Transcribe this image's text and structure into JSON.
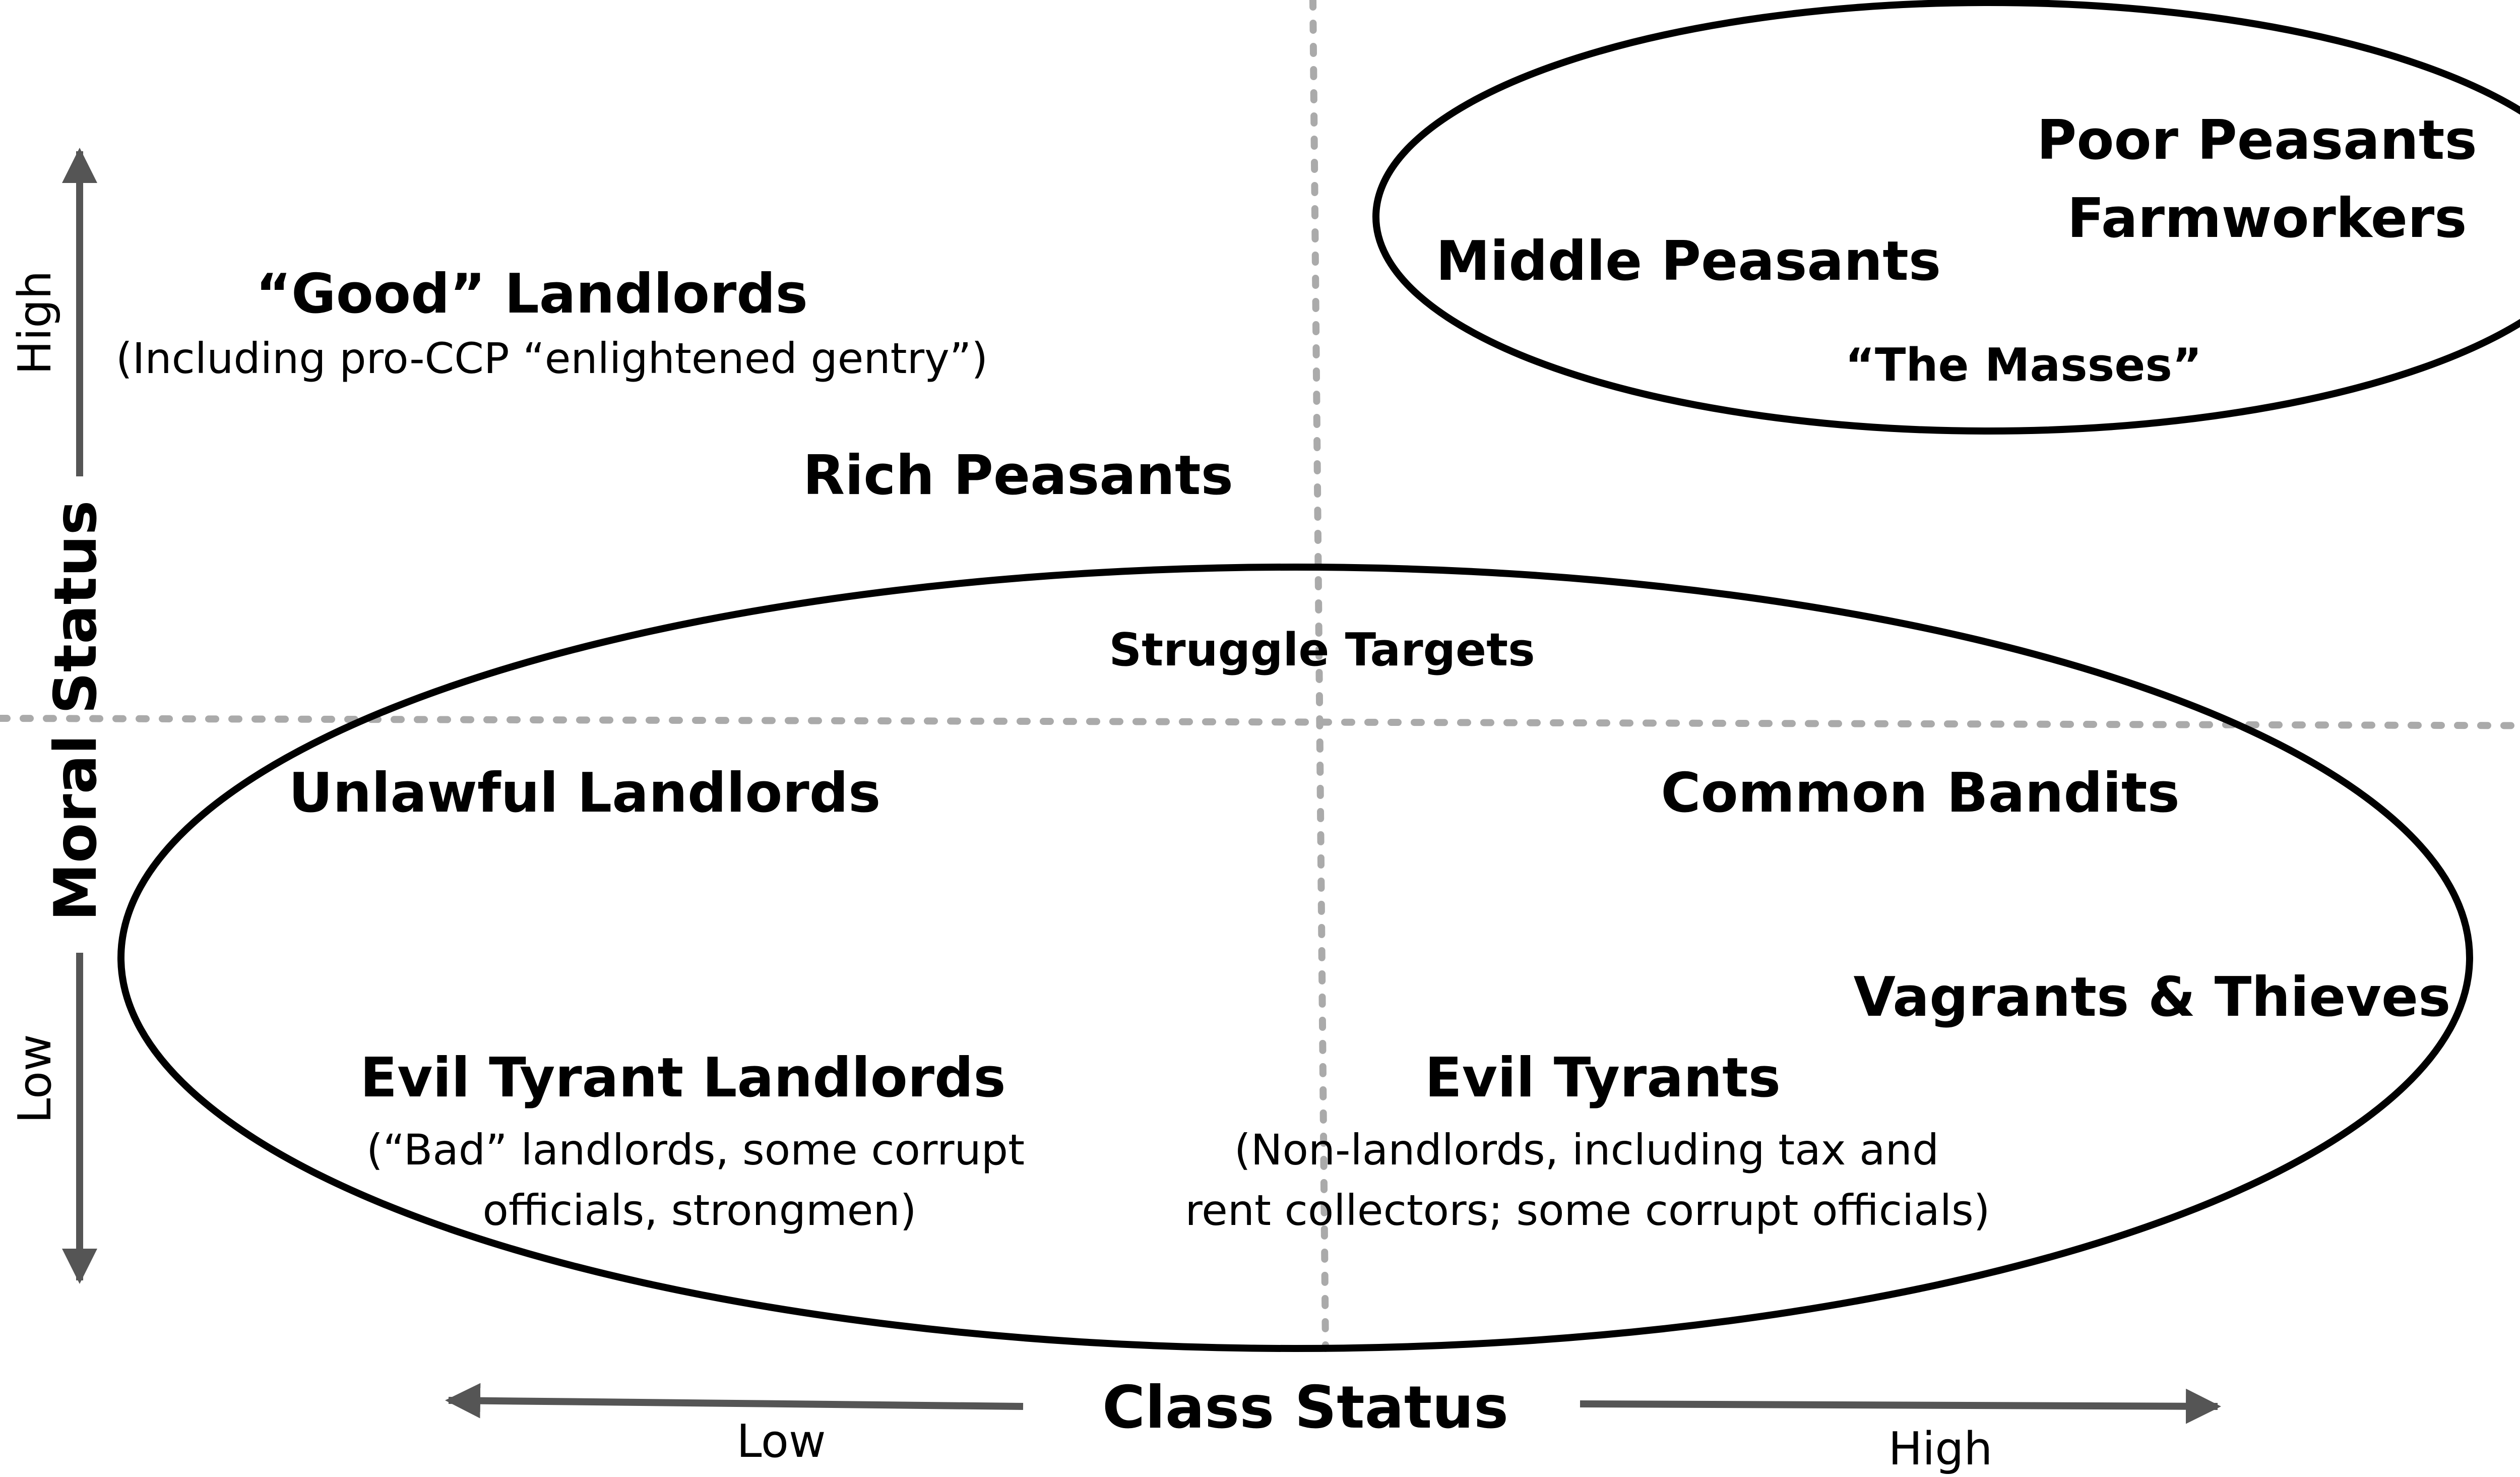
{
  "axes": {
    "x_title": "Class Status",
    "x_low": "Low",
    "x_high": "High",
    "y_title": "Moral Status",
    "y_low": "Low",
    "y_high": "High"
  },
  "groups": {
    "masses_label": "“The Masses”",
    "targets_label": "Struggle Targets"
  },
  "labels": {
    "good_landlords": "“Good” Landlords",
    "good_landlords_note": "(Including pro-CCP “enlightened gentry”)",
    "rich_peasants": "Rich Peasants",
    "middle_peasants": "Middle Peasants",
    "poor_peasants": "Poor Peasants",
    "farmworkers": "Farmworkers",
    "unlawful_landlords": "Unlawful Landlords",
    "common_bandits": "Common Bandits",
    "vagrants_thieves": "Vagrants & Thieves",
    "evil_tyrant_landlords": "Evil Tyrant Landlords",
    "evil_tyrant_landlords_note_1": "(“Bad” landlords, some corrupt",
    "evil_tyrant_landlords_note_2": "officials, strongmen)",
    "evil_tyrants": "Evil Tyrants",
    "evil_tyrants_note_1": "(Non-landlords, including tax and",
    "evil_tyrants_note_2": "rent collectors; some corrupt officials)"
  },
  "colors": {
    "ink": "#000000",
    "arrow": "#555555",
    "gridline": "#aaaaaa"
  }
}
